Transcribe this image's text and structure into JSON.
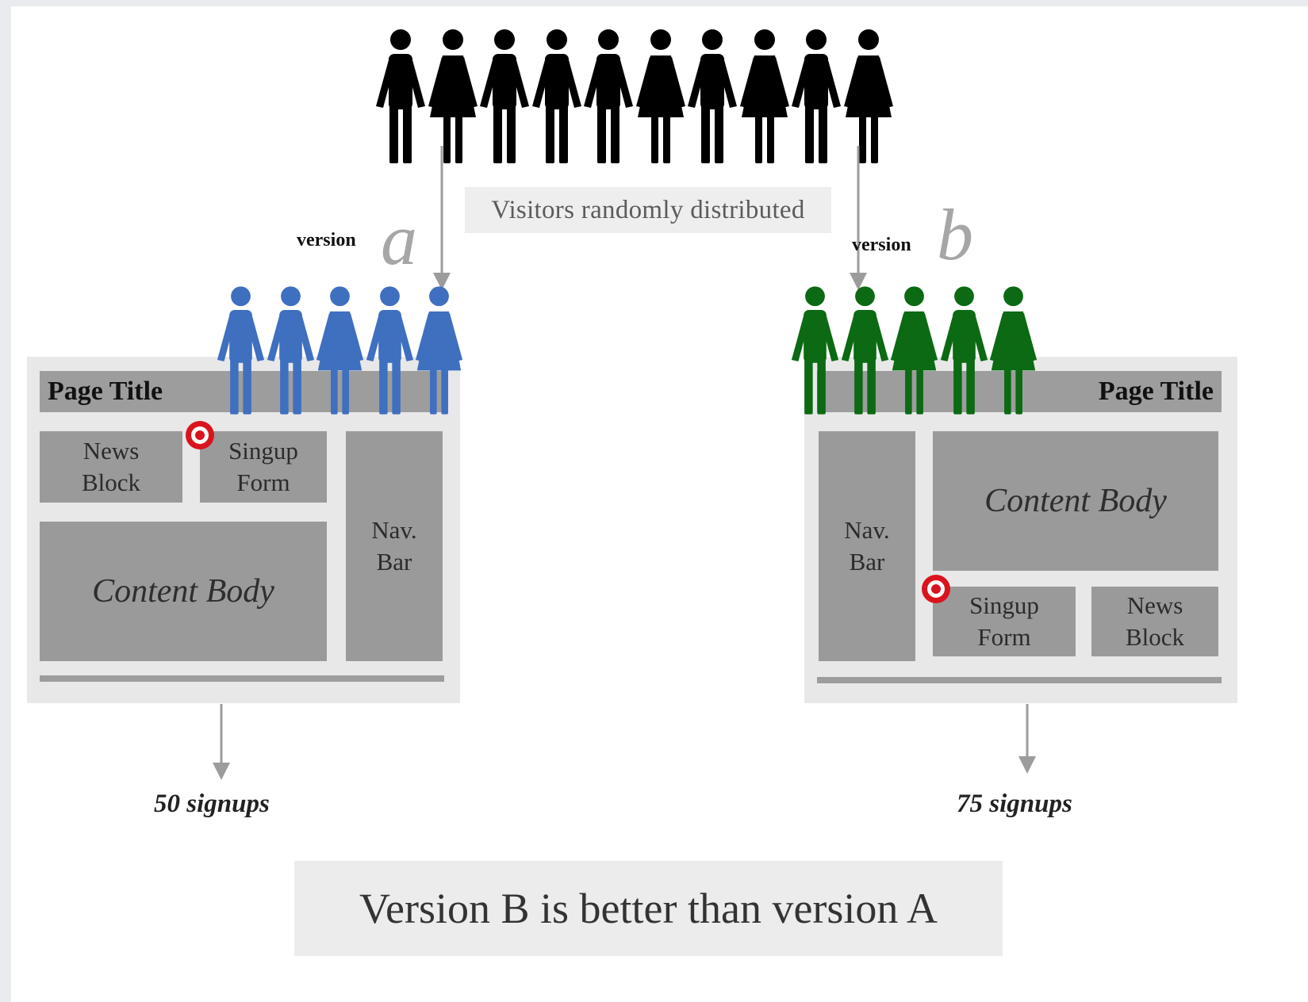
{
  "top_label": "Visitors randomly distributed",
  "colors": {
    "all_visitors": "#000000",
    "group_a": "#3f6fbf",
    "group_b": "#0b6a13",
    "mock_frame": "#e8e8e8",
    "mock_block": "#9a9a9a",
    "target_ring": "#d9141e",
    "arrow": "#9c9c9c"
  },
  "icons": {
    "visitor": "person-icon",
    "target": "target-icon"
  },
  "crowd_top": [
    "m",
    "f",
    "m",
    "m",
    "m",
    "f",
    "m",
    "f",
    "m",
    "f"
  ],
  "version_a": {
    "word": "version",
    "letter": "a",
    "crowd": [
      "m",
      "m",
      "f",
      "m",
      "f"
    ],
    "page": {
      "title": "Page Title",
      "news_block": "News Block",
      "signup_form": "Singup Form",
      "nav_bar": "Nav. Bar",
      "content_body": "Content Body"
    },
    "result": "50 signups"
  },
  "version_b": {
    "word": "version",
    "letter": "b",
    "crowd": [
      "m",
      "m",
      "f",
      "m",
      "f"
    ],
    "page": {
      "title": "Page Title",
      "news_block": "News Block",
      "signup_form": "Singup Form",
      "nav_bar": "Nav. Bar",
      "content_body": "Content Body"
    },
    "result": "75 signups"
  },
  "conclusion": "Version B is better than version A"
}
